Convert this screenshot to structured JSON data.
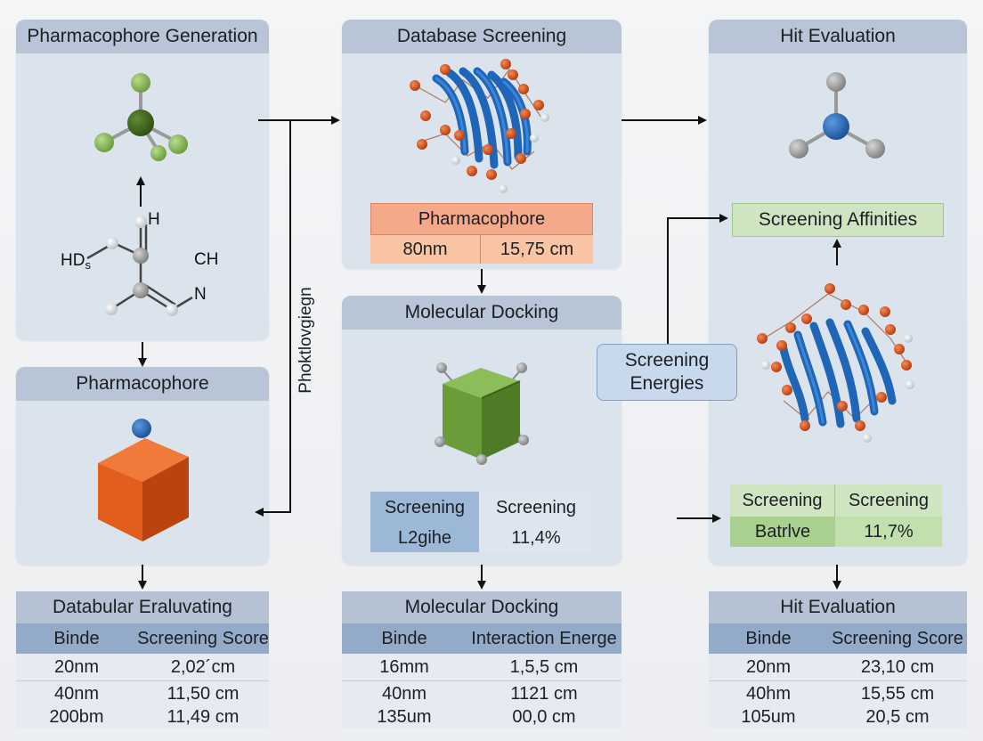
{
  "panels": {
    "pharmacophore_generation": {
      "title": "Pharmacophore Generation"
    },
    "pharmacophore": {
      "title": "Pharmacophore"
    },
    "database_screening": {
      "title": "Database Screening"
    },
    "molecular_docking": {
      "title": "Molecular Docking"
    },
    "hit_evaluation": {
      "title": "Hit Evaluation"
    }
  },
  "molecule_labels": {
    "h_top": "H",
    "hds": "HD",
    "hds_sub": "s",
    "ch": "CH",
    "n": "N"
  },
  "vertical_label": "Phoktlovgiegn",
  "db_screen_table": {
    "header": "Pharmacophore",
    "values": [
      "80nm",
      "15,75 cm"
    ]
  },
  "docking_table": {
    "headers": [
      "Screening",
      "Screening"
    ],
    "values": [
      "L2gihe",
      "11,4%"
    ]
  },
  "screening_energies": "Screening Energies",
  "screening_affinities": "Screening Affinities",
  "hit_table": {
    "headers": [
      "Screening",
      "Screening"
    ],
    "values": [
      "Batrlve",
      "11,7%"
    ]
  },
  "bottom_tables": [
    {
      "title": "Databular Eraluvating",
      "headers": [
        "Binde",
        "Screening Score"
      ],
      "rows": [
        [
          "20nm",
          "2,02´cm"
        ],
        [
          "40nm",
          "11,50 cm"
        ],
        [
          "200bm",
          "11,49 cm"
        ]
      ]
    },
    {
      "title": "Molecular Docking",
      "headers": [
        "Binde",
        "Interaction Energe"
      ],
      "rows": [
        [
          "16mm",
          "1,5,5 cm"
        ],
        [
          "40nm",
          "1121 cm"
        ],
        [
          "135um",
          "00,0 cm"
        ]
      ]
    },
    {
      "title": "Hit Evaluation",
      "headers": [
        "Binde",
        "Screening Score"
      ],
      "rows": [
        [
          "20nm",
          "23,10 cm"
        ],
        [
          "40hm",
          "15,55 cm"
        ],
        [
          "105um",
          "20,5 cm"
        ]
      ]
    }
  ],
  "colors": {
    "orange_header": "#f4a98a",
    "orange_cell": "#f8c4a4",
    "green_header": "#cfe5c1",
    "blue_box": "#c8d9ee",
    "blue_cell": "#9db7d6"
  }
}
